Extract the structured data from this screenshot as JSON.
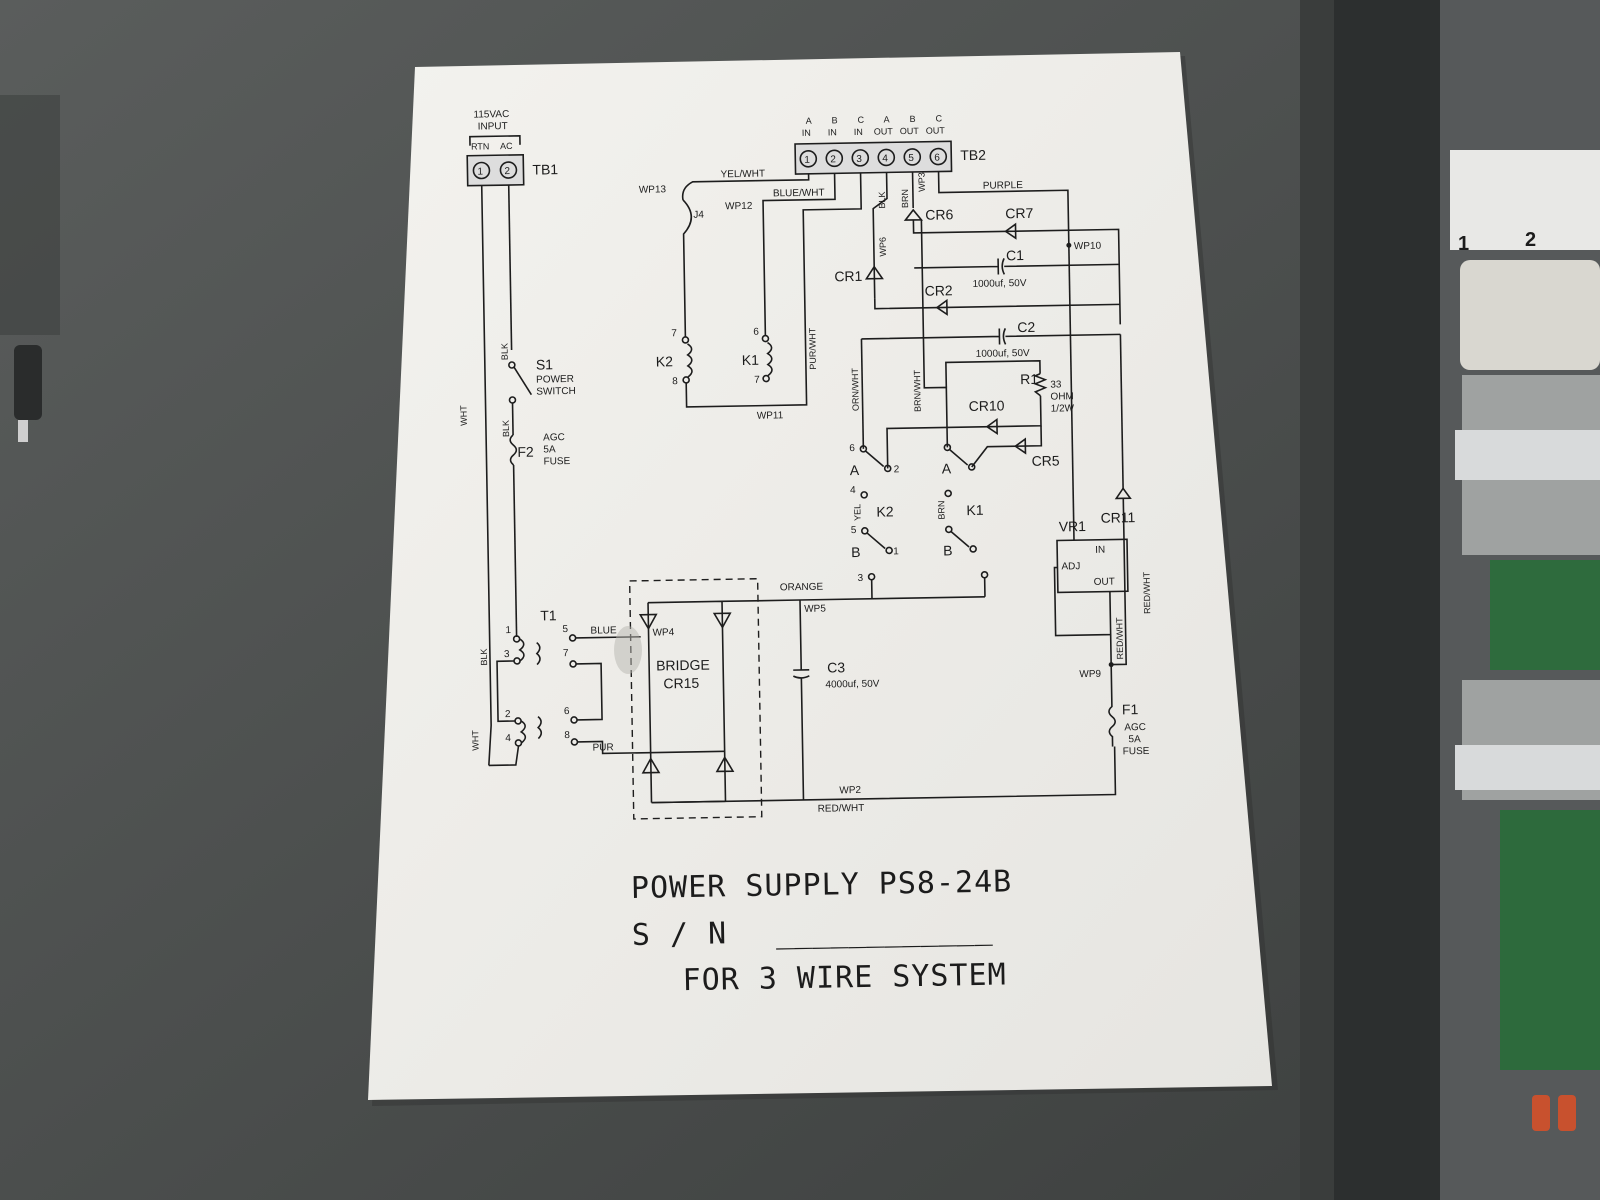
{
  "diagram": {
    "title": "POWER SUPPLY PS8-24B",
    "serial_label": "S / N",
    "serial_blank": "____________",
    "subtitle": "FOR 3 WIRE SYSTEM",
    "tb1": {
      "name": "TB1",
      "input_label_1": "115VAC",
      "input_label_2": "INPUT",
      "terminal_labels": [
        "RTN",
        "AC"
      ],
      "terminals": [
        "1",
        "2"
      ]
    },
    "tb2": {
      "name": "TB2",
      "col_top": [
        "A",
        "B",
        "C",
        "A",
        "B",
        "C"
      ],
      "col_bottom": [
        "IN",
        "IN",
        "IN",
        "OUT",
        "OUT",
        "OUT"
      ],
      "terminals": [
        "1",
        "2",
        "3",
        "4",
        "5",
        "6"
      ]
    },
    "s1": {
      "name": "S1",
      "desc_1": "POWER",
      "desc_2": "SWITCH"
    },
    "f2": {
      "name": "F2",
      "desc_1": "AGC",
      "desc_2": "5A",
      "desc_3": "FUSE"
    },
    "f1": {
      "name": "F1",
      "desc_1": "AGC",
      "desc_2": "5A",
      "desc_3": "FUSE"
    },
    "t1": {
      "name": "T1",
      "pins": [
        "1",
        "3",
        "2",
        "4",
        "5",
        "7",
        "6",
        "8"
      ]
    },
    "bridge": {
      "name_1": "BRIDGE",
      "name_2": "CR15"
    },
    "k1": {
      "name": "K1",
      "pins": [
        "6",
        "7"
      ]
    },
    "k2": {
      "name": "K2",
      "pins": [
        "7",
        "8"
      ]
    },
    "j4": "J4",
    "c1": {
      "name": "C1",
      "value": "1000uf, 50V"
    },
    "c2": {
      "name": "C2",
      "value": "1000uf, 50V"
    },
    "c3": {
      "name": "C3",
      "value": "4000uf, 50V"
    },
    "r1": {
      "name": "R1",
      "value_1": "33",
      "value_2": "OHM",
      "value_3": "1/2W"
    },
    "vr1": {
      "name": "VR1",
      "pin_in": "IN",
      "pin_adj": "ADJ",
      "pin_out": "OUT"
    },
    "diodes": [
      "CR1",
      "CR2",
      "CR5",
      "CR6",
      "CR7",
      "CR10",
      "CR11"
    ],
    "relay_contacts": {
      "k2_label": "K2",
      "k1_label": "K1",
      "pole_a": "A",
      "pole_b": "B",
      "pins": [
        "6",
        "2",
        "4",
        "5",
        "1",
        "3"
      ]
    },
    "wire_points": [
      "WP13",
      "WP12",
      "WP11",
      "WP10",
      "WP9",
      "WP6",
      "WP5",
      "WP4",
      "WP3",
      "WP2"
    ],
    "wire_colors": {
      "wht": "WHT",
      "blk": "BLK",
      "yel_wht": "YEL/WHT",
      "blue_wht": "BLUE/WHT",
      "pur_wht": "PUR/WHT",
      "orn_wht": "ORN/WHT",
      "brn_wht": "BRN/WHT",
      "brn": "BRN",
      "yel": "YEL",
      "purple": "PURPLE",
      "orange": "ORANGE",
      "blue": "BLUE",
      "pur": "PUR",
      "red_wht": "RED/WHT"
    }
  },
  "background": {
    "terminal_numbers": [
      "1",
      "2"
    ]
  },
  "colors": {
    "paper": "#f1f0ec",
    "ink": "#1d1d1d",
    "panel": "#4a4d4c",
    "metal": "#2f3232"
  }
}
